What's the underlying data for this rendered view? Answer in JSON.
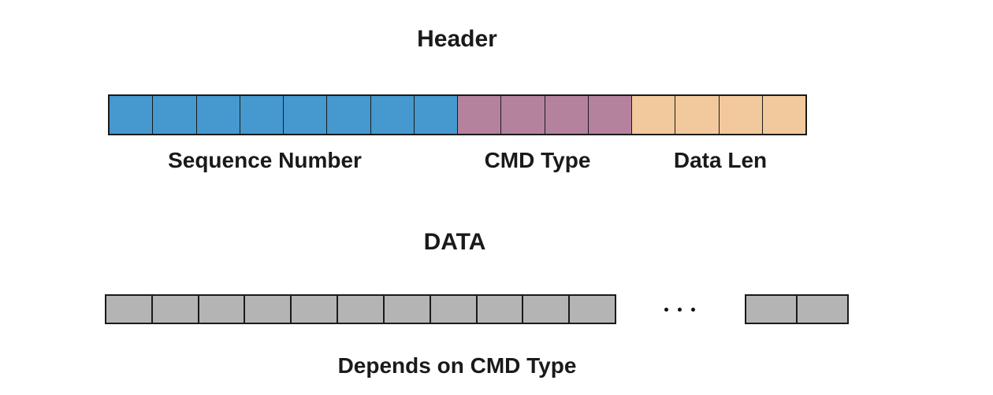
{
  "diagram": {
    "header_section": {
      "title": "Header",
      "segments": [
        {
          "name": "Sequence Number",
          "cells": 8,
          "color": "#4699CE"
        },
        {
          "name": "CMD Type",
          "cells": 4,
          "color": "#B5829E"
        },
        {
          "name": "Data Len",
          "cells": 4,
          "color": "#F2C99C"
        }
      ]
    },
    "data_section": {
      "title": "DATA",
      "caption": "Depends on CMD Type",
      "main_cells": 11,
      "tail_cells": 2,
      "ellipsis_dots": 3,
      "cell_color": "#B4B4B4"
    },
    "border_color": "#1A1A1A",
    "background_color": "#FFFFFF"
  }
}
